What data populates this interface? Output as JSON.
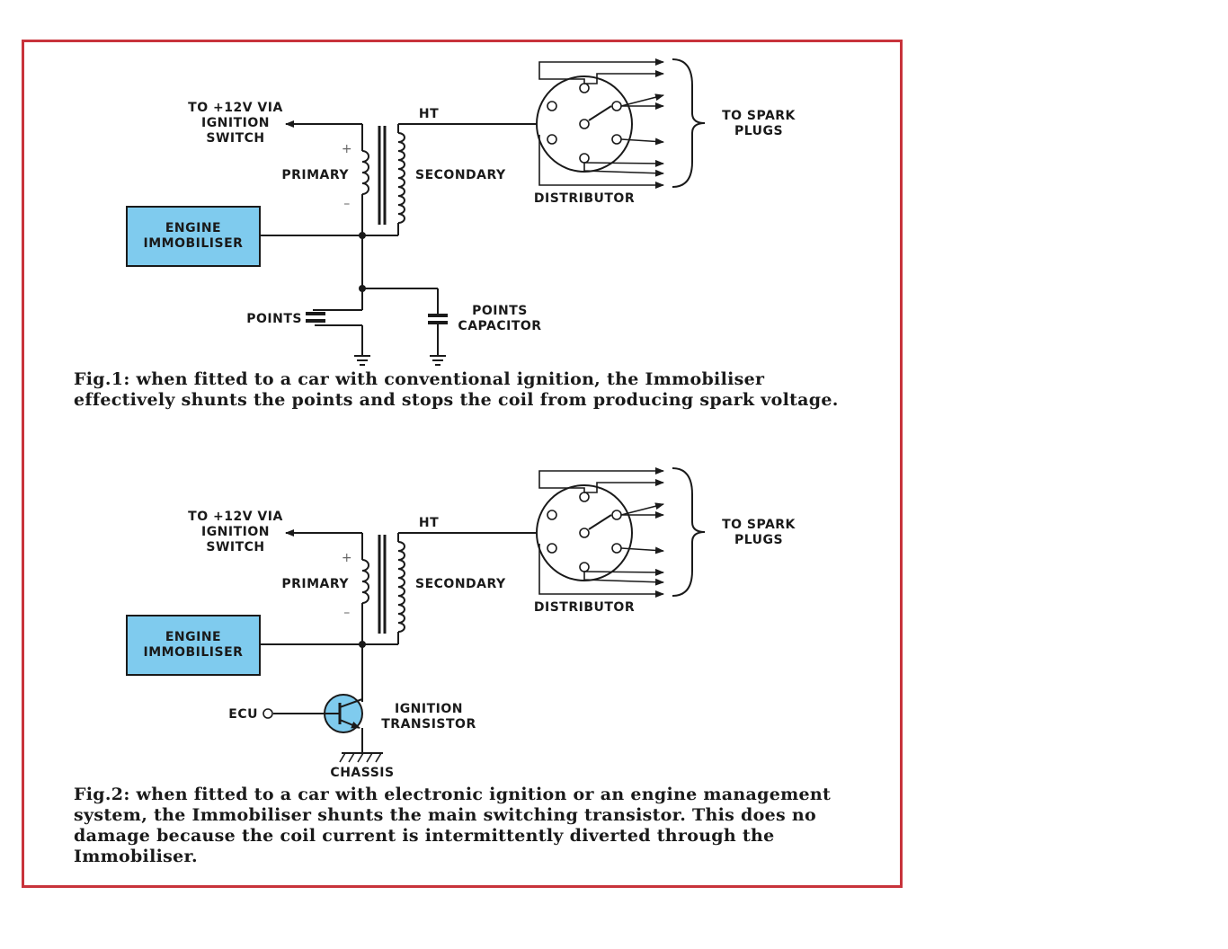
{
  "figures": [
    {
      "labels": {
        "supply": [
          "TO +12V VIA",
          "IGNITION",
          "SWITCH"
        ],
        "ht": "HT",
        "plus": "+",
        "minus": "–",
        "primary": "PRIMARY",
        "secondary": "SECONDARY",
        "distributor": "DISTRIBUTOR",
        "spark": [
          "TO SPARK",
          "PLUGS"
        ],
        "immobiliser": [
          "ENGINE",
          "IMMOBILISER"
        ],
        "points": "POINTS",
        "capacitor": [
          "POINTS",
          "CAPACITOR"
        ]
      },
      "caption": "Fig.1: when fitted to a car with conventional ignition, the Immobiliser effectively shunts the points and stops the coil from producing spark voltage."
    },
    {
      "labels": {
        "supply": [
          "TO +12V VIA",
          "IGNITION",
          "SWITCH"
        ],
        "ht": "HT",
        "plus": "+",
        "minus": "–",
        "primary": "PRIMARY",
        "secondary": "SECONDARY",
        "distributor": "DISTRIBUTOR",
        "spark": [
          "TO SPARK",
          "PLUGS"
        ],
        "immobiliser": [
          "ENGINE",
          "IMMOBILISER"
        ],
        "ecu": "ECU",
        "transistor": [
          "IGNITION",
          "TRANSISTOR"
        ],
        "chassis": "CHASSIS"
      },
      "caption": "Fig.2: when fitted to a car with electronic ignition or an engine management system, the Immobiliser shunts the main switching transistor. This does no damage because the coil current is intermittently diverted through the Immobiliser."
    }
  ],
  "colors": {
    "frame": "#c8333b",
    "box": "#7fcbee",
    "wire": "#1a1a1a"
  }
}
